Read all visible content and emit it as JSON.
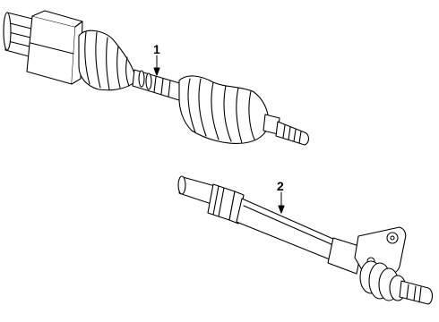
{
  "diagram": {
    "callouts": [
      {
        "id": "1",
        "label": "1",
        "part": "front-axle-shaft-assembly"
      },
      {
        "id": "2",
        "label": "2",
        "part": "intermediate-shaft"
      }
    ],
    "colors": {
      "line": "#000000",
      "background": "#ffffff"
    }
  }
}
